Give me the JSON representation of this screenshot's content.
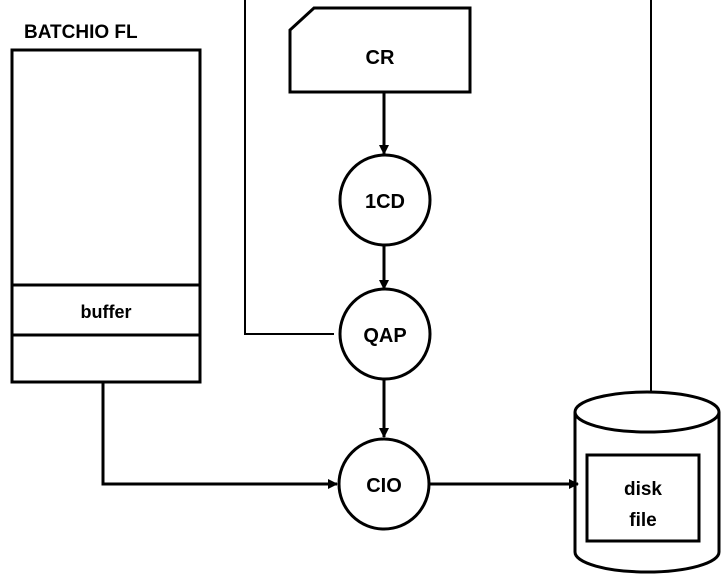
{
  "fl": {
    "title": "BATCHIO FL",
    "buffer_label": "buffer"
  },
  "nodes": {
    "cr": "CR",
    "icd": "1CD",
    "qap": "QAP",
    "cio": "CIO"
  },
  "disk": {
    "line1": "disk",
    "line2": "file"
  },
  "colors": {
    "ink": "#000000",
    "paper": "#ffffff"
  }
}
